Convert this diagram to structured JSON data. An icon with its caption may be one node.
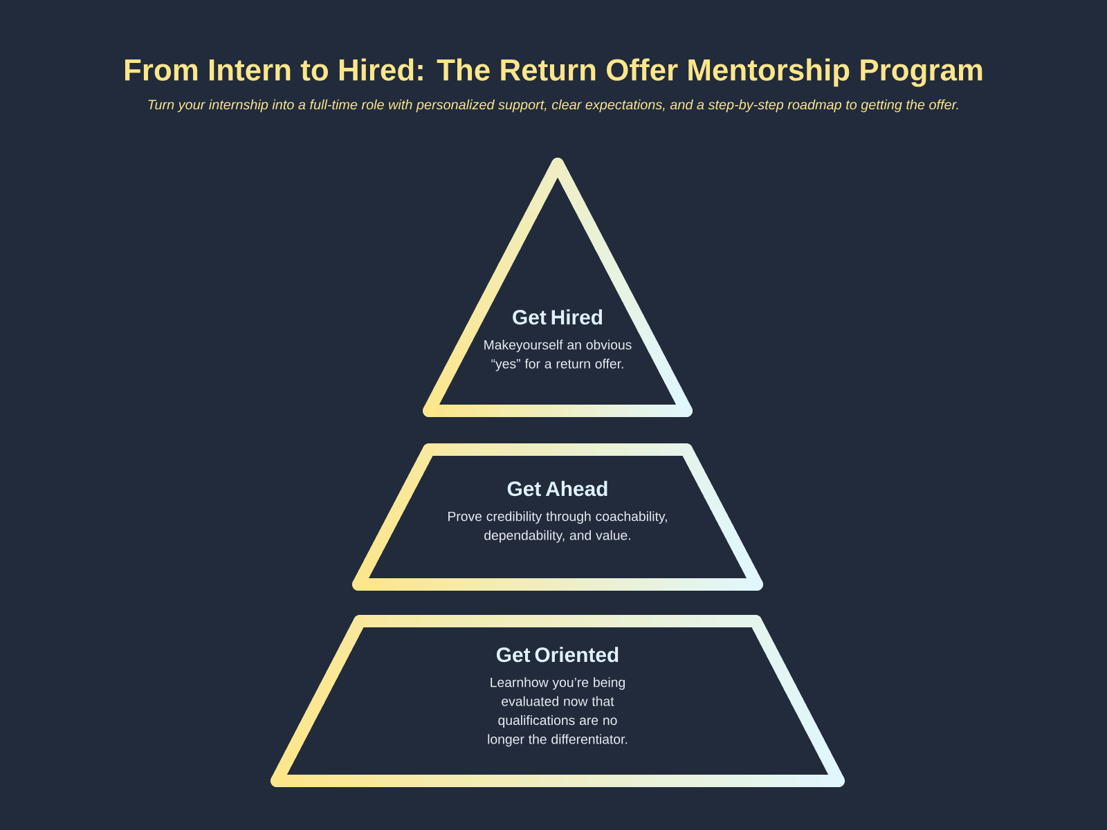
{
  "diagram": {
    "title": "From Intern to Hired: The Return Offer Mentorship Program",
    "nodes": [
      {
        "text": [
          "Get Hired",
          "Makeyourself an obvious “yes” for a return offer."
        ]
      },
      {
        "text": [
          "Get Ahead",
          "Prove credibility through coachability, dependability, and value."
        ]
      },
      {
        "text": [
          "Get Oriented",
          "Learnhow you’re being evaluated now that qualifications are no longer the differentiator."
        ]
      }
    ],
    "labels": [
      "Turn your internship into a full-time role with personalized support, clear expectations, and a step-by-step roadmap to getting the offer."
    ]
  }
}
